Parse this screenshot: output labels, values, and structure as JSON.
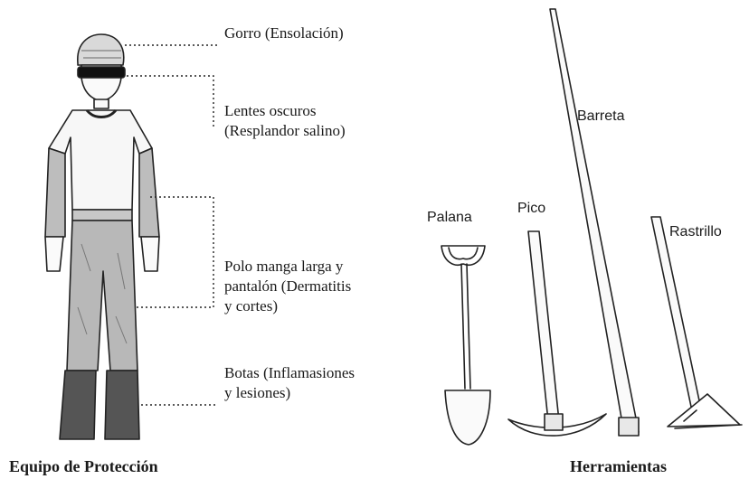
{
  "labels": {
    "gorro": "Gorro (Ensolación)",
    "lentes_1": "Lentes oscuros",
    "lentes_2": "(Resplandor salino)",
    "polo_1": "Polo manga larga y",
    "polo_2": "pantalón (Dermatitis",
    "polo_3": "y cortes)",
    "botas_1": "Botas (Inflamasiones",
    "botas_2": "y lesiones)"
  },
  "tools": {
    "palana": "Palana",
    "pico": "Pico",
    "barreta": "Barreta",
    "rastrillo": "Rastrillo"
  },
  "captions": {
    "left": "Equipo de Protección",
    "right": "Herramientas"
  }
}
